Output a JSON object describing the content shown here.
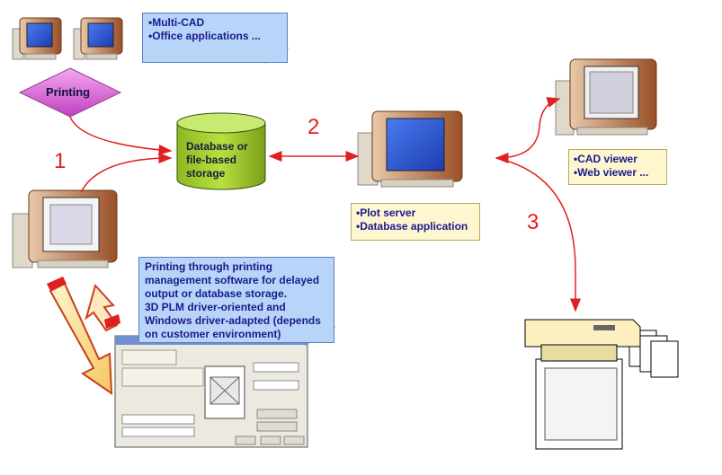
{
  "top_note": {
    "lines": [
      "•Multi-CAD",
      "•Office applications ..."
    ]
  },
  "printing_label": "Printing",
  "database": {
    "lines": [
      "Database or",
      "file-based",
      "storage"
    ]
  },
  "step_numbers": [
    "1",
    "2",
    "3"
  ],
  "plot_server": {
    "lines": [
      "•Plot server",
      "•Database application"
    ]
  },
  "viewer": {
    "lines": [
      "•CAD viewer",
      "•Web viewer ..."
    ]
  },
  "printing_note": {
    "lines": [
      "Printing through printing",
      "management software for delayed",
      "output or database storage.",
      "3D PLM driver-oriented and",
      "Windows driver-adapted (depends",
      "on customer environment)"
    ]
  },
  "colors": {
    "arrow_red": "#e02020",
    "note_blue": "#b8d4f8",
    "db_green": "#a6cc3a",
    "diamond_pink": "#e060d8",
    "crt_tan": "#c0703a"
  }
}
